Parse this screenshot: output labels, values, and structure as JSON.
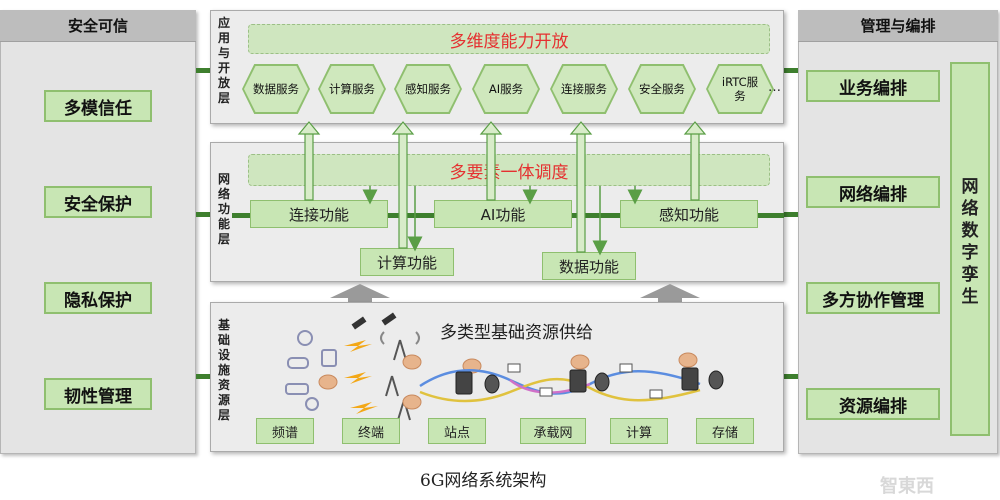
{
  "left_column": {
    "title": "安全可信",
    "items": [
      "多模信任",
      "安全保护",
      "隐私保护",
      "韧性管理"
    ]
  },
  "right_column": {
    "title": "管理与编排",
    "items": [
      "业务编排",
      "网络编排",
      "多方协作管理",
      "资源编排"
    ],
    "twin_label": [
      "网",
      "络",
      "数",
      "字",
      "孪",
      "生"
    ]
  },
  "application_layer": {
    "label": [
      "应",
      "用",
      "与",
      "开",
      "放",
      "层"
    ],
    "banner": "多维度能力开放",
    "services": [
      "数据服务",
      "计算服务",
      "感知服务",
      "AI服务",
      "连接服务",
      "安全服务",
      "iRTC服务"
    ],
    "ellipsis": "…"
  },
  "network_layer": {
    "label": [
      "网",
      "络",
      "功",
      "能",
      "层"
    ],
    "banner": "多要素一体调度",
    "functions": {
      "connect": "连接功能",
      "ai": "AI功能",
      "sense": "感知功能",
      "compute": "计算功能",
      "data": "数据功能"
    }
  },
  "infra_layer": {
    "label": [
      "基",
      "础",
      "设",
      "施",
      "资",
      "源",
      "层"
    ],
    "title": "多类型基础资源供给",
    "resources": [
      "频谱",
      "终端",
      "站点",
      "承载网",
      "计算",
      "存储"
    ]
  },
  "caption": "6G网络系统架构",
  "watermark": "智東西",
  "colors": {
    "green_fill": "#c8e6b4",
    "green_border": "#8fbf6f",
    "banner_text": "#e53030",
    "panel": "#e4e4e4"
  }
}
